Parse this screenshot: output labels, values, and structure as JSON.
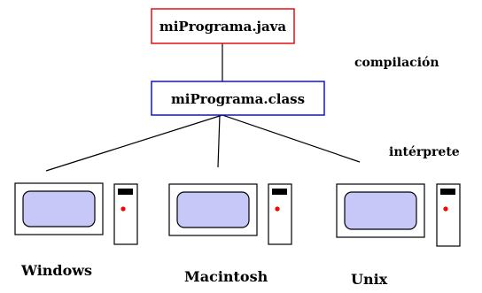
{
  "source_file": {
    "label": "miPrograma.java",
    "border_color": "#e01010"
  },
  "class_file": {
    "label": "miPrograma.class",
    "border_color": "#1010e0"
  },
  "steps": {
    "compile_label": "compilación",
    "interpret_label": "intérprete"
  },
  "platforms": [
    {
      "name": "Windows",
      "icon": "desktop-computer-icon"
    },
    {
      "name": "Macintosh",
      "icon": "desktop-computer-icon"
    },
    {
      "name": "Unix",
      "icon": "desktop-computer-icon"
    }
  ],
  "colors": {
    "screen_fill": "#c8c8f8",
    "power_led": "#ff0000",
    "drive_slot": "#000000"
  }
}
